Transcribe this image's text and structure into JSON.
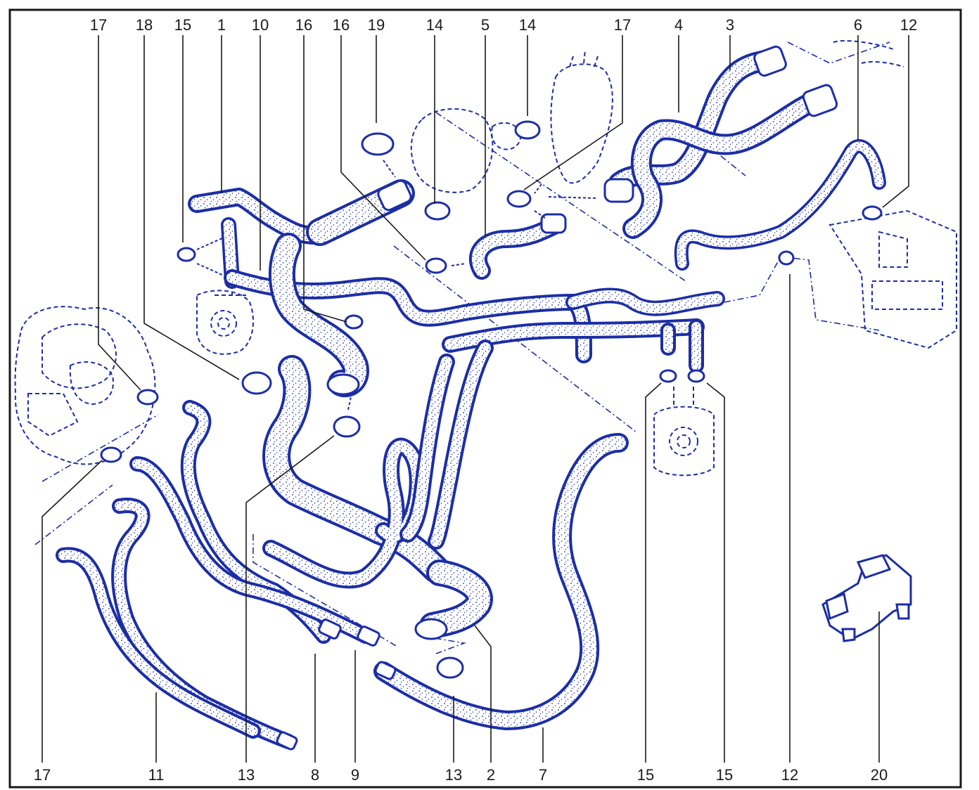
{
  "diagram": {
    "callouts_top": [
      "17",
      "18",
      "15",
      "1",
      "10",
      "16",
      "16",
      "19",
      "14",
      "5",
      "14",
      "17",
      "4",
      "3",
      "6",
      "12"
    ],
    "callouts_bottom": [
      "17",
      "11",
      "13",
      "8",
      "9",
      "13",
      "2",
      "7",
      "15",
      "15",
      "12",
      "20"
    ],
    "line_color": "#1c2ea6",
    "text_color": "#1a1a1a"
  }
}
